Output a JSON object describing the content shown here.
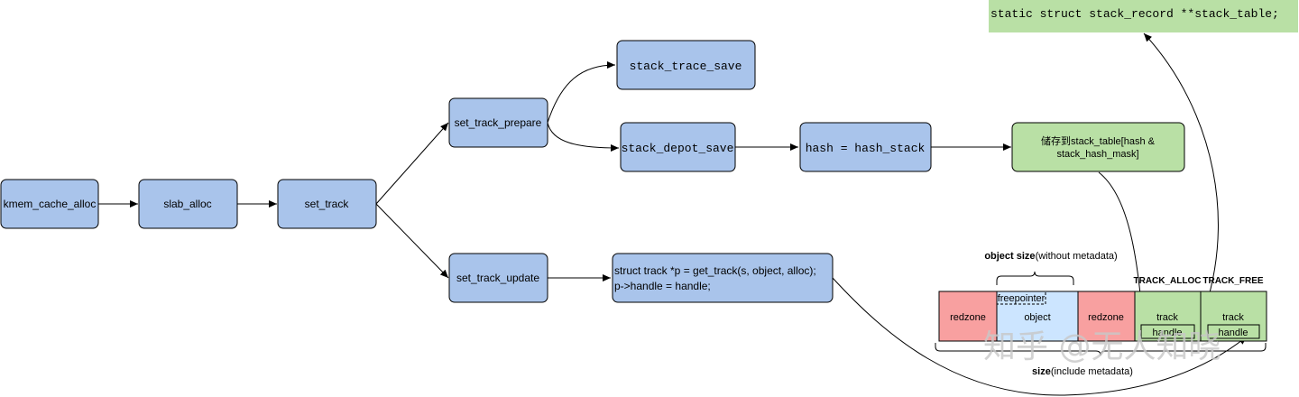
{
  "colors": {
    "blue_fill": "#a9c4eb",
    "green_fill": "#b9e0a5",
    "red_fill": "#f8a0a0",
    "light_blue_fill": "#cce5ff",
    "stroke": "#000000"
  },
  "nodes": {
    "kmem_cache_alloc": "kmem_cache_alloc",
    "slab_alloc": "slab_alloc",
    "set_track": "set_track",
    "set_track_prepare": "set_track_prepare",
    "set_track_update": "set_track_update",
    "stack_trace_save": "stack_trace_save",
    "stack_depot_save": "stack_depot_save",
    "hash_stack": "hash = hash_stack",
    "store_line1": "储存到stack_table[hash &",
    "store_line2": "stack_hash_mask]",
    "get_track_line1": "struct track *p = get_track(s, object, alloc);",
    "get_track_line2": "p->handle = handle;",
    "stack_table_decl": "static struct stack_record **stack_table;"
  },
  "layout_block": {
    "object_size_bold": "object size",
    "object_size_rest": "(without metadata)",
    "size_bold": "size",
    "size_rest": "(include metadata)",
    "redzone_left": "redzone",
    "freepointer": "freepointer",
    "object": "object",
    "redzone_right": "redzone",
    "track_alloc_header": "TRACK_ALLOC",
    "track_free_header": "TRACK_FREE",
    "track_alloc": "track",
    "track_free": "track",
    "handle_alloc": "handle",
    "handle_free": "handle"
  },
  "watermark": "知乎 @无人知晓"
}
